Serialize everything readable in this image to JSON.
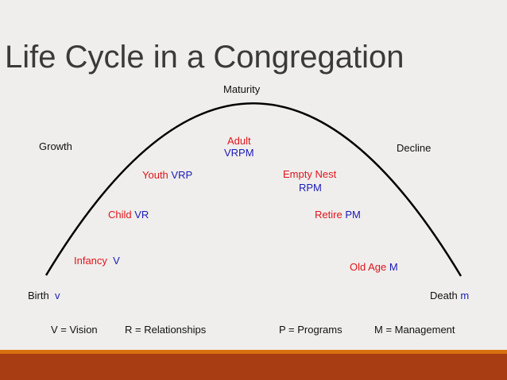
{
  "title": "Life Cycle in a Congregation",
  "stages": {
    "maturity": "Maturity",
    "growth": "Growth",
    "decline": "Decline",
    "adult": {
      "name": "Adult",
      "code": "VRPM"
    },
    "youth": {
      "name": "Youth",
      "code": "VRP"
    },
    "child": {
      "name": "Child",
      "code": "VR"
    },
    "infancy": {
      "name": "Infancy",
      "code": "V"
    },
    "birth": {
      "name": "Birth",
      "code": "v"
    },
    "empty_nest": {
      "name": "Empty Nest",
      "code": "RPM"
    },
    "retire": {
      "name": "Retire",
      "code": "PM"
    },
    "old_age": {
      "name": "Old Age",
      "code": "M"
    },
    "death": {
      "name": "Death",
      "code": "m"
    }
  },
  "legend": [
    "V = Vision",
    "R = Relationships",
    "P = Programs",
    "M = Management"
  ],
  "colors": {
    "stage": "#e0141c",
    "code": "#1a1ab8",
    "accent": "#d9700f",
    "footer": "#a83c12"
  }
}
